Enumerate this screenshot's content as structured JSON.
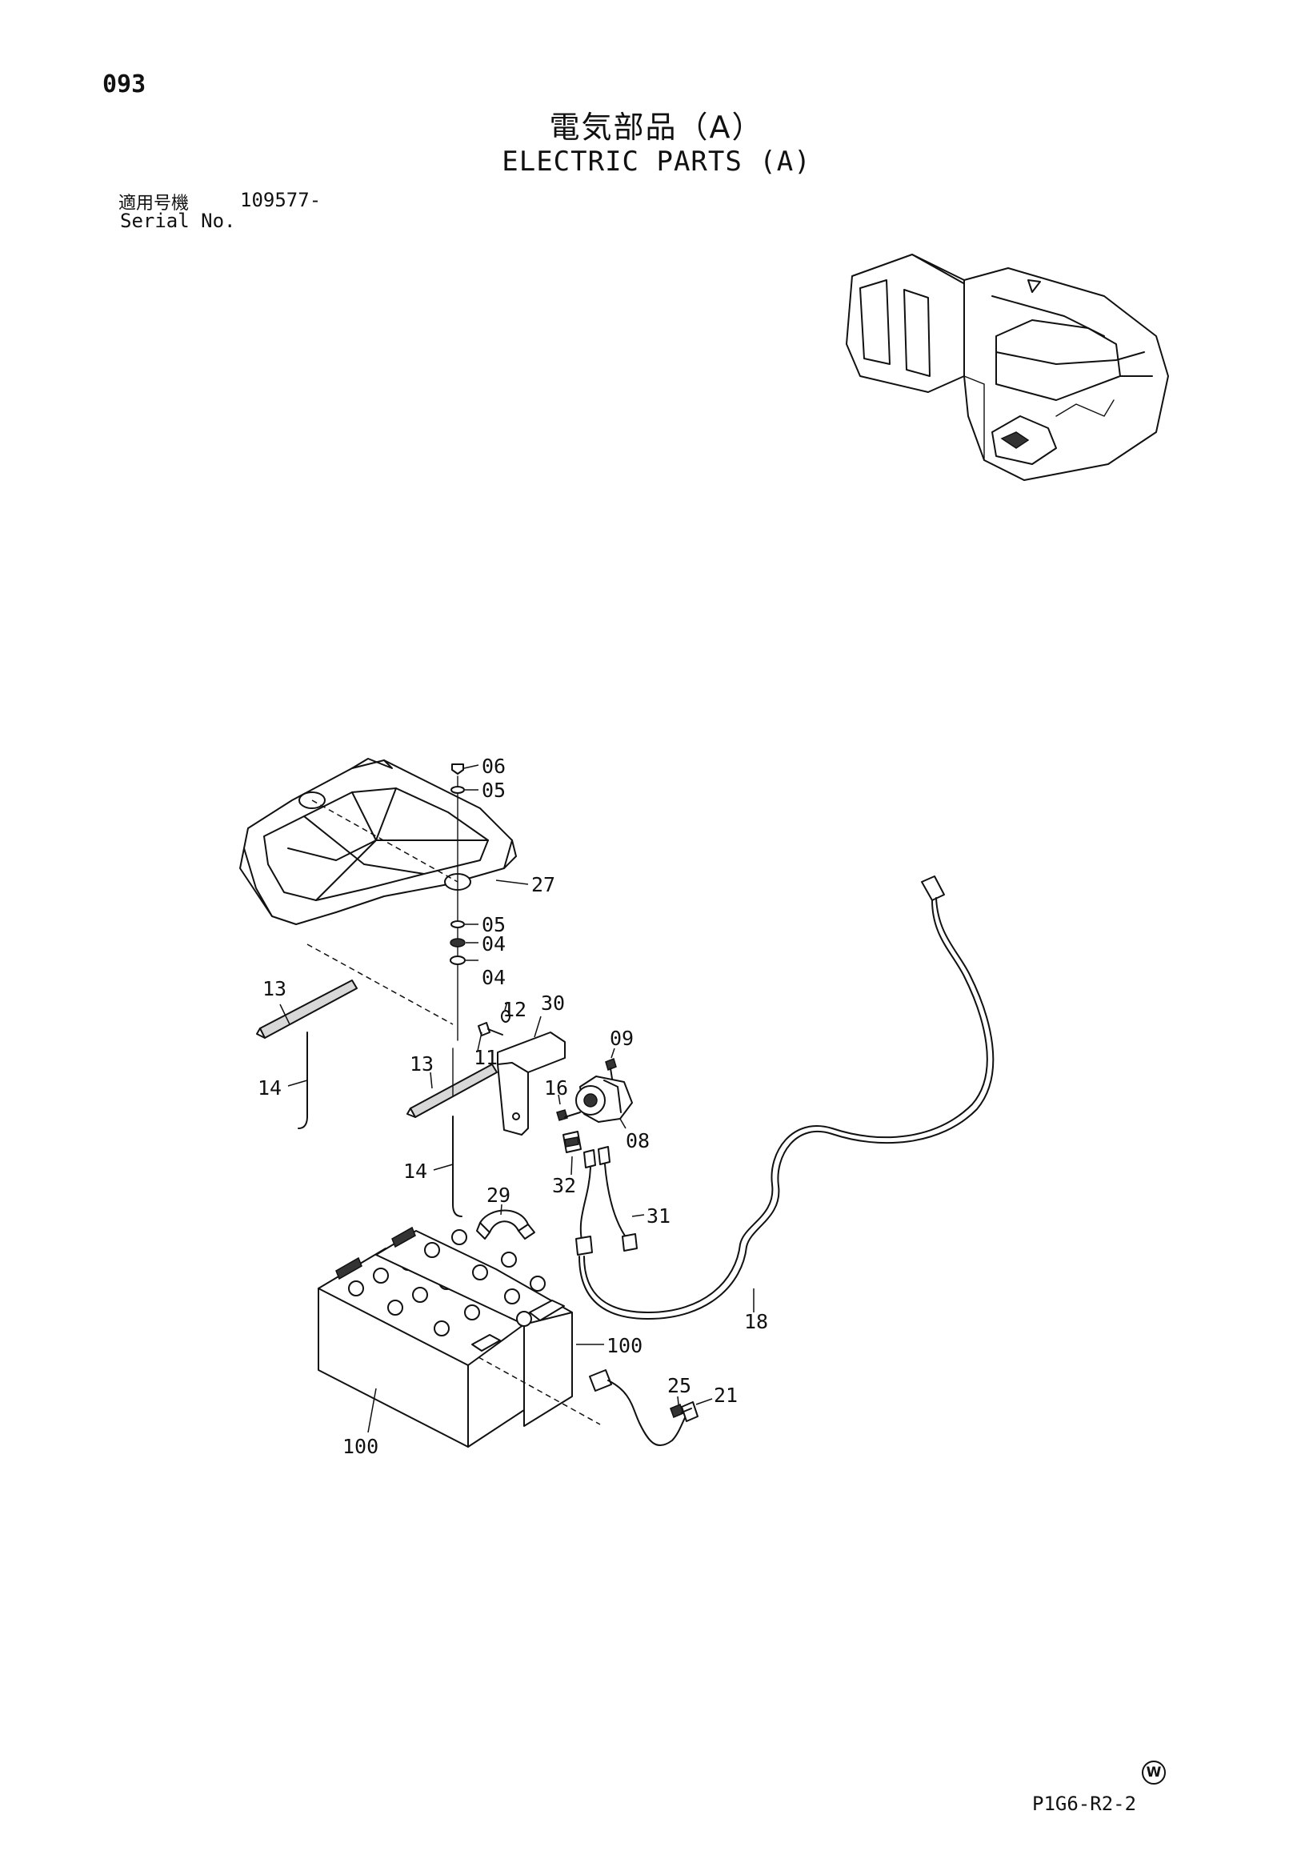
{
  "header": {
    "page_number": "093",
    "title_jp": "電気部品（A）",
    "title_en": "ELECTRIC PARTS (A)",
    "serial_label_jp": "適用号機",
    "serial_value": "109577-",
    "serial_label_en": "Serial No."
  },
  "footer": {
    "doc_code": "P1G6-R2-2",
    "circle_mark": "W"
  },
  "callouts": {
    "c06": "06",
    "c05a": "05",
    "c27": "27",
    "c05b": "05",
    "c04a": "04",
    "c04b": "04",
    "c13a": "13",
    "c14a": "14",
    "c12": "12",
    "c30": "30",
    "c09": "09",
    "c13b": "13",
    "c11": "11",
    "c16": "16",
    "c08": "08",
    "c14b": "14",
    "c29": "29",
    "c32": "32",
    "c31": "31",
    "c18": "18",
    "c100a": "100",
    "c25": "25",
    "c21": "21",
    "c100b": "100"
  }
}
